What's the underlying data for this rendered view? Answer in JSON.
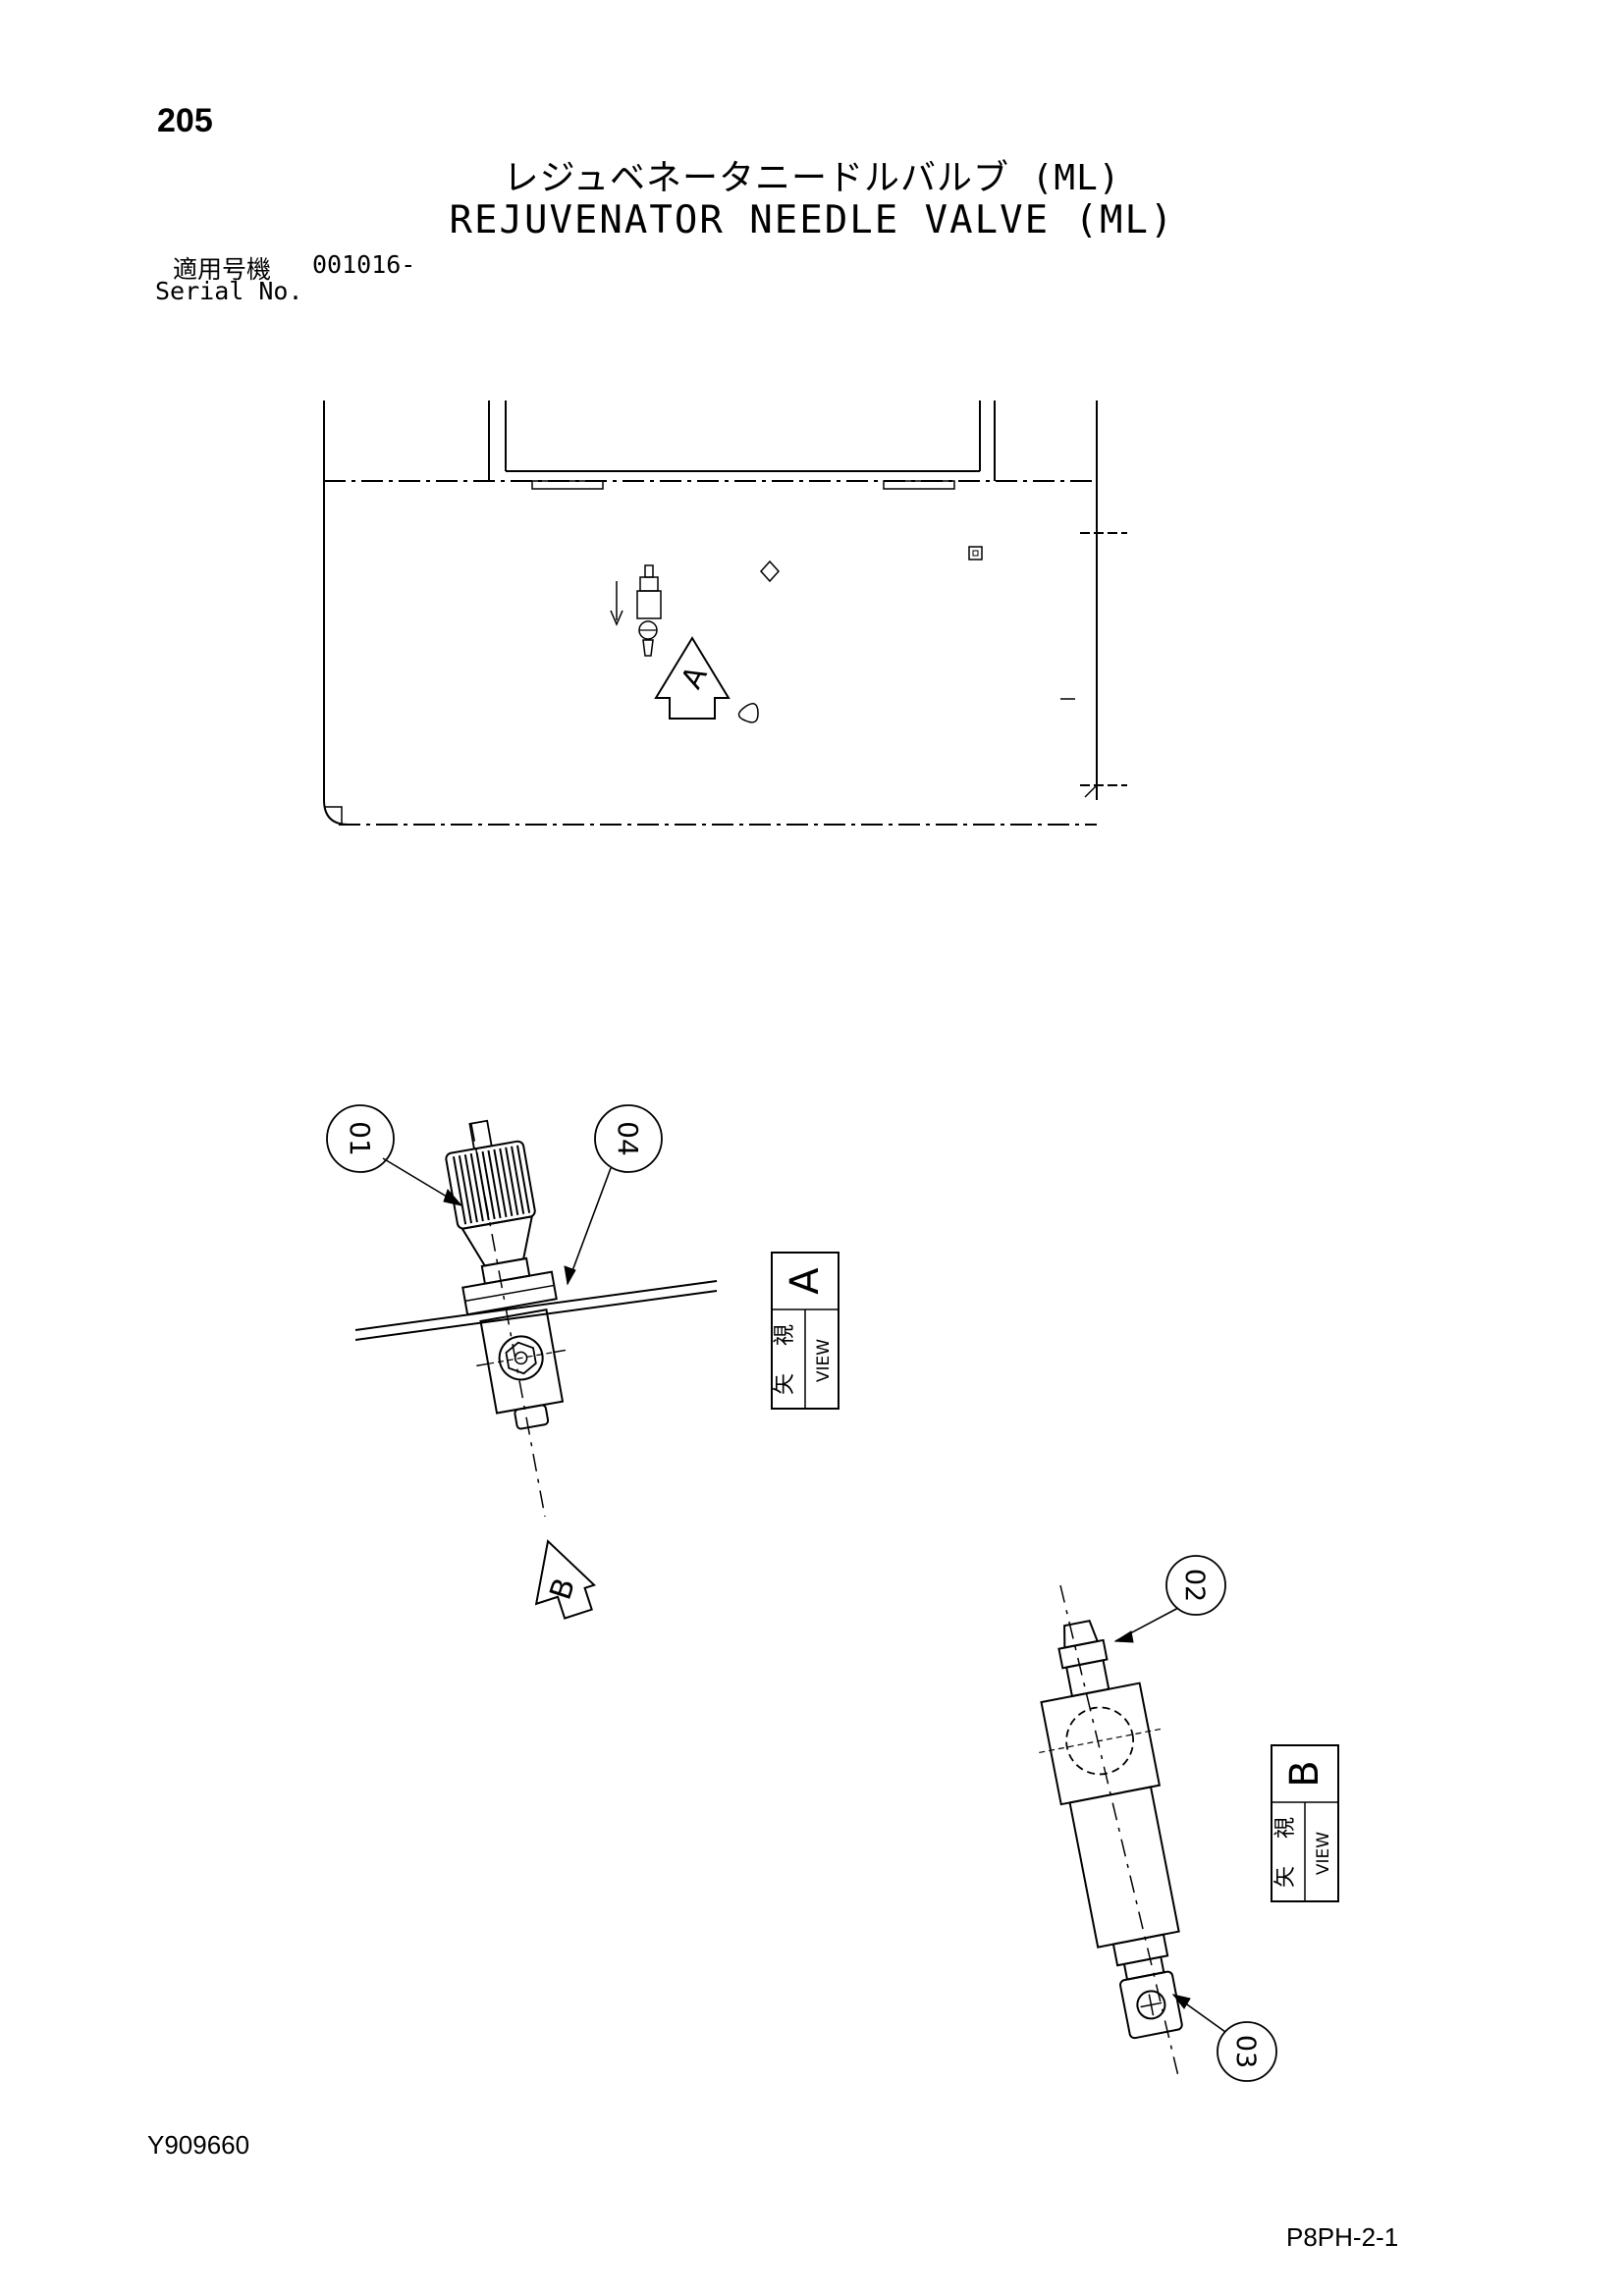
{
  "page": {
    "page_number": "205",
    "title_jp": "レジュベネータニードルバルブ (ML)",
    "title_en": "REJUVENATOR NEEDLE VALVE (ML)",
    "serial_label_jp": "適用号機",
    "serial_value": "001016-",
    "serial_label_en": "Serial No.",
    "doc_code": "Y909660",
    "sheet_code": "P8PH-2-1"
  },
  "callouts": {
    "c01": "01",
    "c02": "02",
    "c03": "03",
    "c04": "04"
  },
  "arrows": {
    "arrow_a": "A",
    "arrow_b": "B"
  },
  "views": {
    "view_a": {
      "jp_1": "矢",
      "jp_2": "視",
      "en": "VIEW",
      "letter": "A"
    },
    "view_b": {
      "jp_1": "矢",
      "jp_2": "視",
      "en": "VIEW",
      "letter": "B"
    }
  }
}
